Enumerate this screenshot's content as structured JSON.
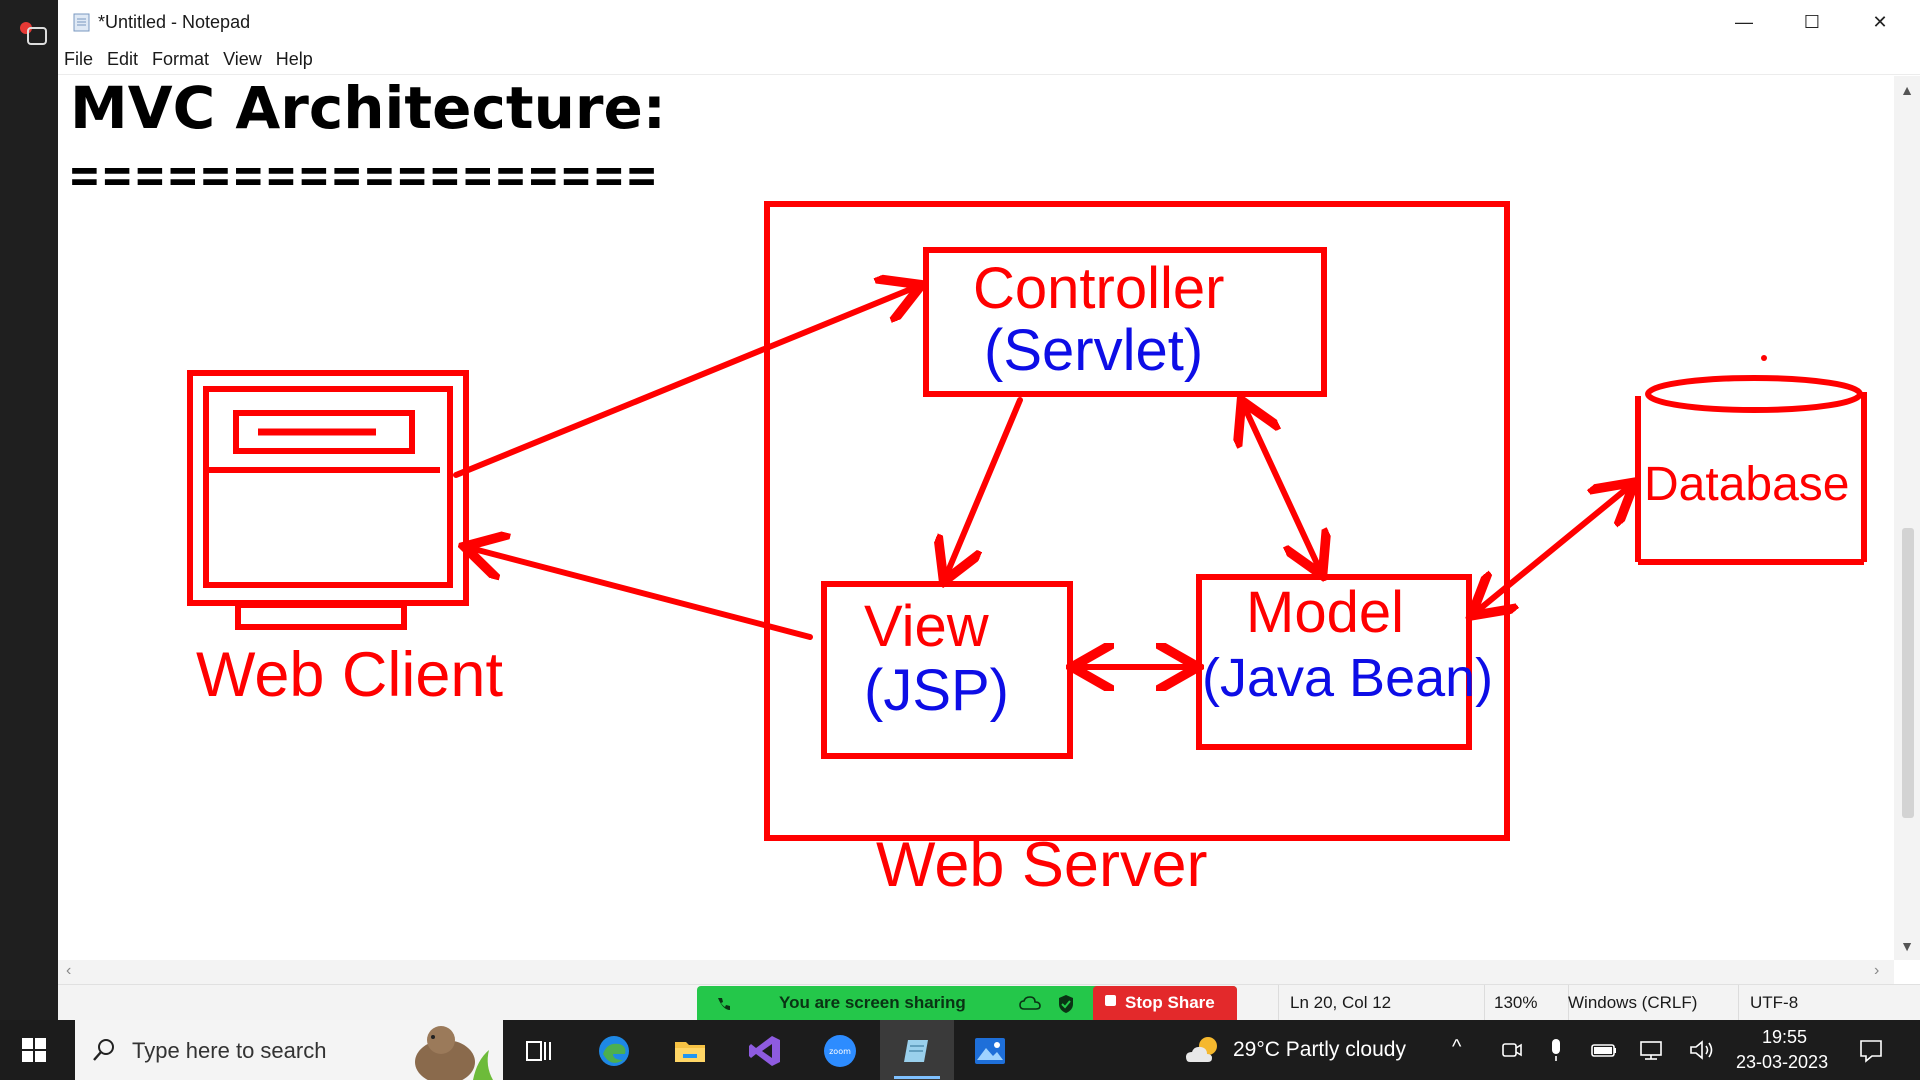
{
  "window": {
    "title": "*Untitled - Notepad",
    "controls": {
      "minimize": "—",
      "maximize": "☐",
      "close": "✕"
    }
  },
  "menu": [
    "File",
    "Edit",
    "Format",
    "View",
    "Help"
  ],
  "document": {
    "heading": "MVC Architecture:",
    "underline": "=================="
  },
  "diagram": {
    "web_client_label": "Web Client",
    "web_server_label": "Web Server",
    "controller": {
      "name": "Controller",
      "tech": "(Servlet)"
    },
    "view": {
      "name": "View",
      "tech": "(JSP)"
    },
    "model": {
      "name": "Model",
      "tech": "(Java Bean)"
    },
    "database_label": "Database",
    "colors": {
      "drawing": "#ff0000",
      "tech_text": "#0d0de6"
    }
  },
  "screen_share": {
    "message": "You are screen sharing",
    "stop_label": "Stop Share",
    "colors": {
      "bar": "#24c74a",
      "stop": "#e3292b"
    }
  },
  "status": {
    "position": "Ln 20, Col 12",
    "zoom": "130%",
    "line_ending": "Windows (CRLF)",
    "encoding": "UTF-8"
  },
  "taskbar": {
    "search_placeholder": "Type here to search",
    "weather": "29°C  Partly cloudy",
    "time": "19:55",
    "date": "23-03-2023",
    "apps": [
      "task-view-icon",
      "edge-icon",
      "file-explorer-icon",
      "visual-studio-icon",
      "zoom-icon",
      "notepad-icon",
      "photos-icon"
    ]
  }
}
